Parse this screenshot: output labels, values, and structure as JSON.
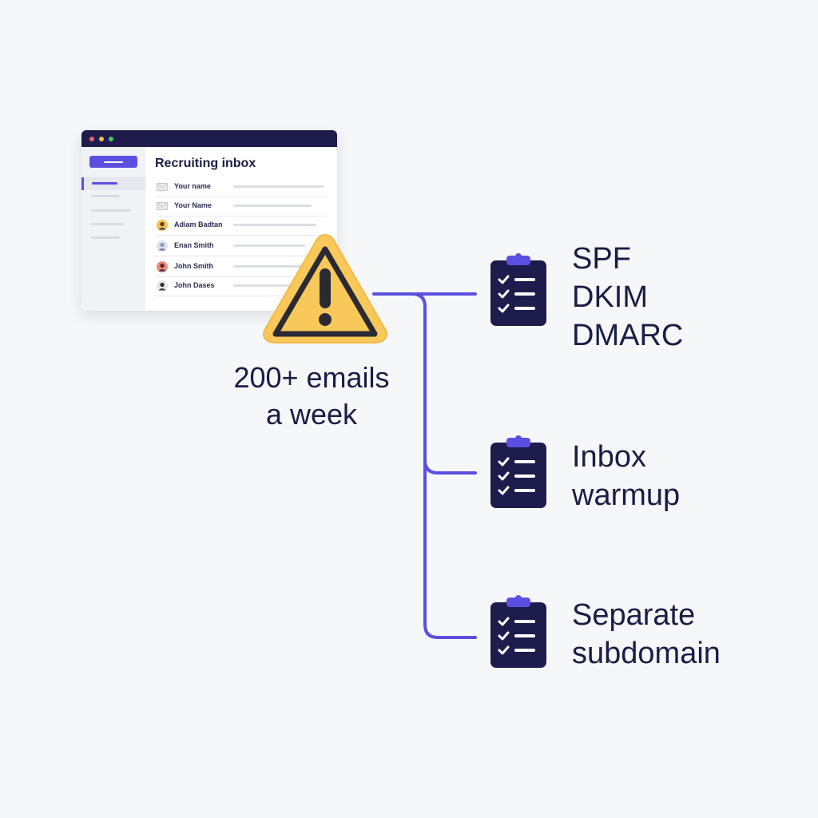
{
  "inbox": {
    "title": "Recruiting inbox",
    "rows": [
      {
        "name": "Your name",
        "icon": "envelope-icon"
      },
      {
        "name": "Your Name",
        "icon": "envelope-icon"
      },
      {
        "name": "Adiam Badtan",
        "icon": "avatar-icon"
      },
      {
        "name": "Enan Smith",
        "icon": "avatar-icon"
      },
      {
        "name": "John Smith",
        "icon": "avatar-icon"
      },
      {
        "name": "John Dases",
        "icon": "avatar-icon"
      }
    ]
  },
  "warning": {
    "line1": "200+ emails",
    "line2": "a week"
  },
  "steps": [
    {
      "lines": [
        "SPF",
        "DKIM",
        "DMARC"
      ]
    },
    {
      "lines": [
        "Inbox",
        "warmup"
      ]
    },
    {
      "lines": [
        "Separate",
        "subdomain"
      ]
    }
  ],
  "colors": {
    "accent": "#5a4fe0",
    "navy": "#1d1c4d",
    "warning_fill": "#f8c95a",
    "text": "#1b1d45"
  }
}
